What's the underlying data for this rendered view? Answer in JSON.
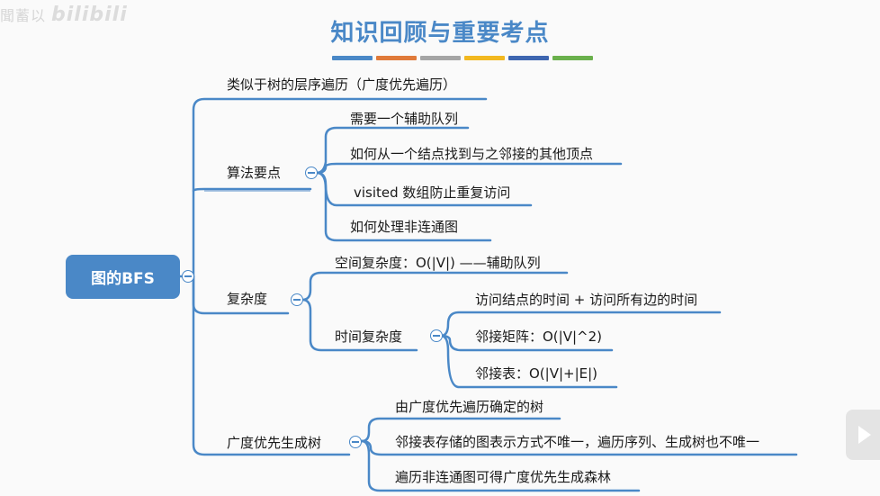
{
  "watermark": {
    "text": "聞蓄以",
    "logo": "bilibili"
  },
  "title": "知识回顾与重要考点",
  "colors": {
    "accent": "#4a88c7",
    "bars": [
      "#4a88c7",
      "#e07a3a",
      "#a5a5a5",
      "#f2b820",
      "#3e66b0",
      "#6ab04c"
    ]
  },
  "root": "图的BFS",
  "branches": {
    "b1": "类似于树的层序遍历（广度优先遍历）",
    "b2": "算法要点",
    "b3": "复杂度",
    "b4": "广度优先生成树"
  },
  "algo": [
    "需要一个辅助队列",
    "如何从一个结点找到与之邻接的其他顶点",
    "visited 数组防止重复访问",
    "如何处理非连通图"
  ],
  "complexity": {
    "space": "空间复杂度：O(|V|) ——辅助队列",
    "time": "时间复杂度",
    "time_items": [
      "访问结点的时间 + 访问所有边的时间",
      "邻接矩阵：O(|V|^2)",
      "邻接表：O(|V|+|E|)"
    ]
  },
  "tree": [
    "由广度优先遍历确定的树",
    "邻接表存储的图表示方式不唯一，遍历序列、生成树也不唯一",
    "遍历非连通图可得广度优先生成森林"
  ]
}
